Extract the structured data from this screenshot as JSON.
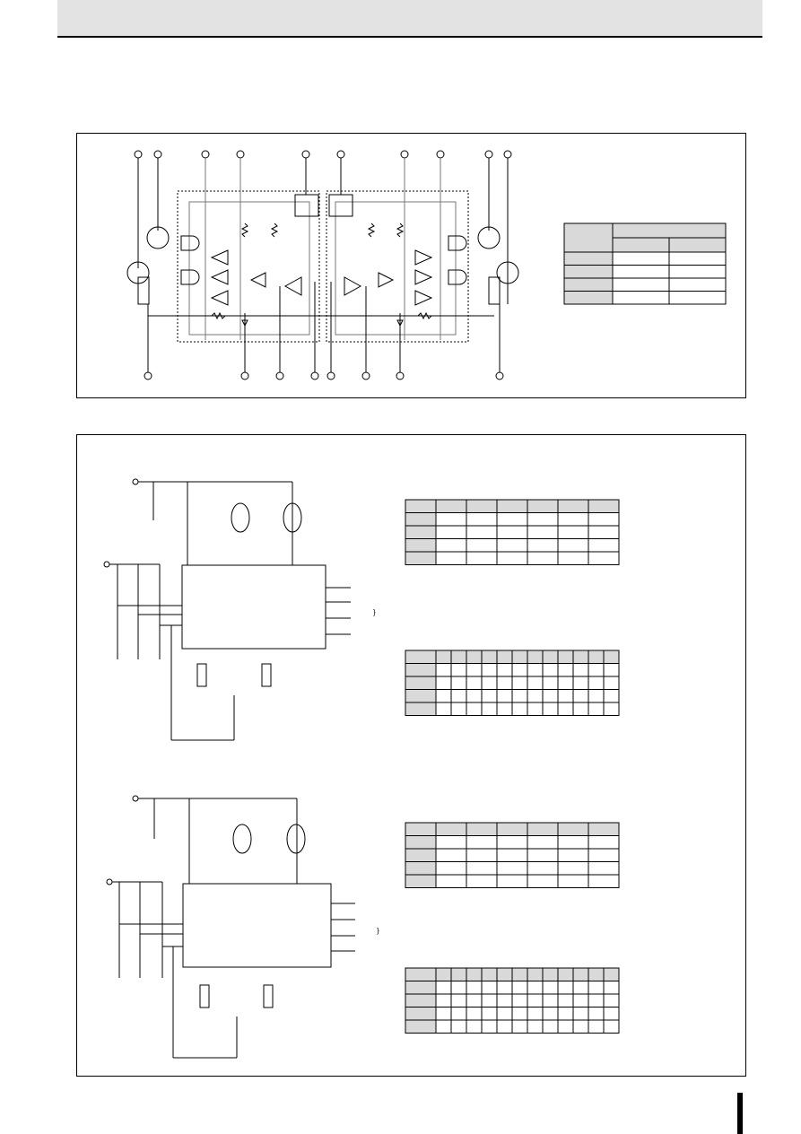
{
  "page": {
    "marker": "I"
  },
  "figure1": {
    "table_rows": 4,
    "table_cols": 2
  },
  "figure2": {
    "brace": "}"
  },
  "colors": {
    "header_bar": "#e3e3e3",
    "table_header": "#d9d9d9",
    "line": "#000000",
    "gray_line": "#777777"
  }
}
